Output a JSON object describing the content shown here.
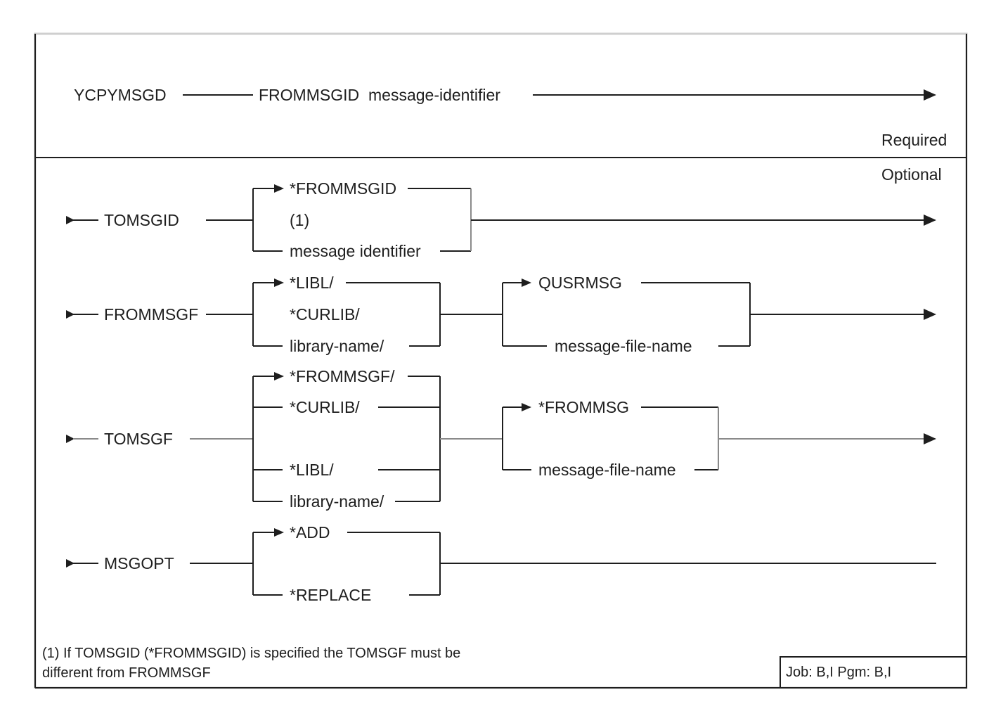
{
  "command": "YCPYMSGD",
  "required": {
    "keyword": "FROMMSGID",
    "value": "message-identifier",
    "label": "Required"
  },
  "optional_label": "Optional",
  "params": {
    "tomsgid": {
      "keyword": "TOMSGID",
      "options": [
        "*FROMMSGID",
        "(1)",
        "message identifier"
      ]
    },
    "frommsgf": {
      "keyword": "FROMMSGF",
      "library_options": [
        "*LIBL/",
        "*CURLIB/",
        "library-name/"
      ],
      "file_options": [
        "QUSRMSG",
        "message-file-name"
      ]
    },
    "tomsgf": {
      "keyword": "TOMSGF",
      "library_options": [
        "*FROMMSGF/",
        "*CURLIB/",
        "*LIBL/",
        "library-name/"
      ],
      "file_options": [
        "*FROMMSG",
        "message-file-name"
      ]
    },
    "msgopt": {
      "keyword": "MSGOPT",
      "options": [
        "*ADD",
        "*REPLACE"
      ]
    }
  },
  "footnote": {
    "line1": "(1) If TOMSGID (*FROMMSGID) is specified the TOMSGF must be",
    "line2": "different from FROMMSGF"
  },
  "job_info": "Job: B,I  Pgm: B,I"
}
